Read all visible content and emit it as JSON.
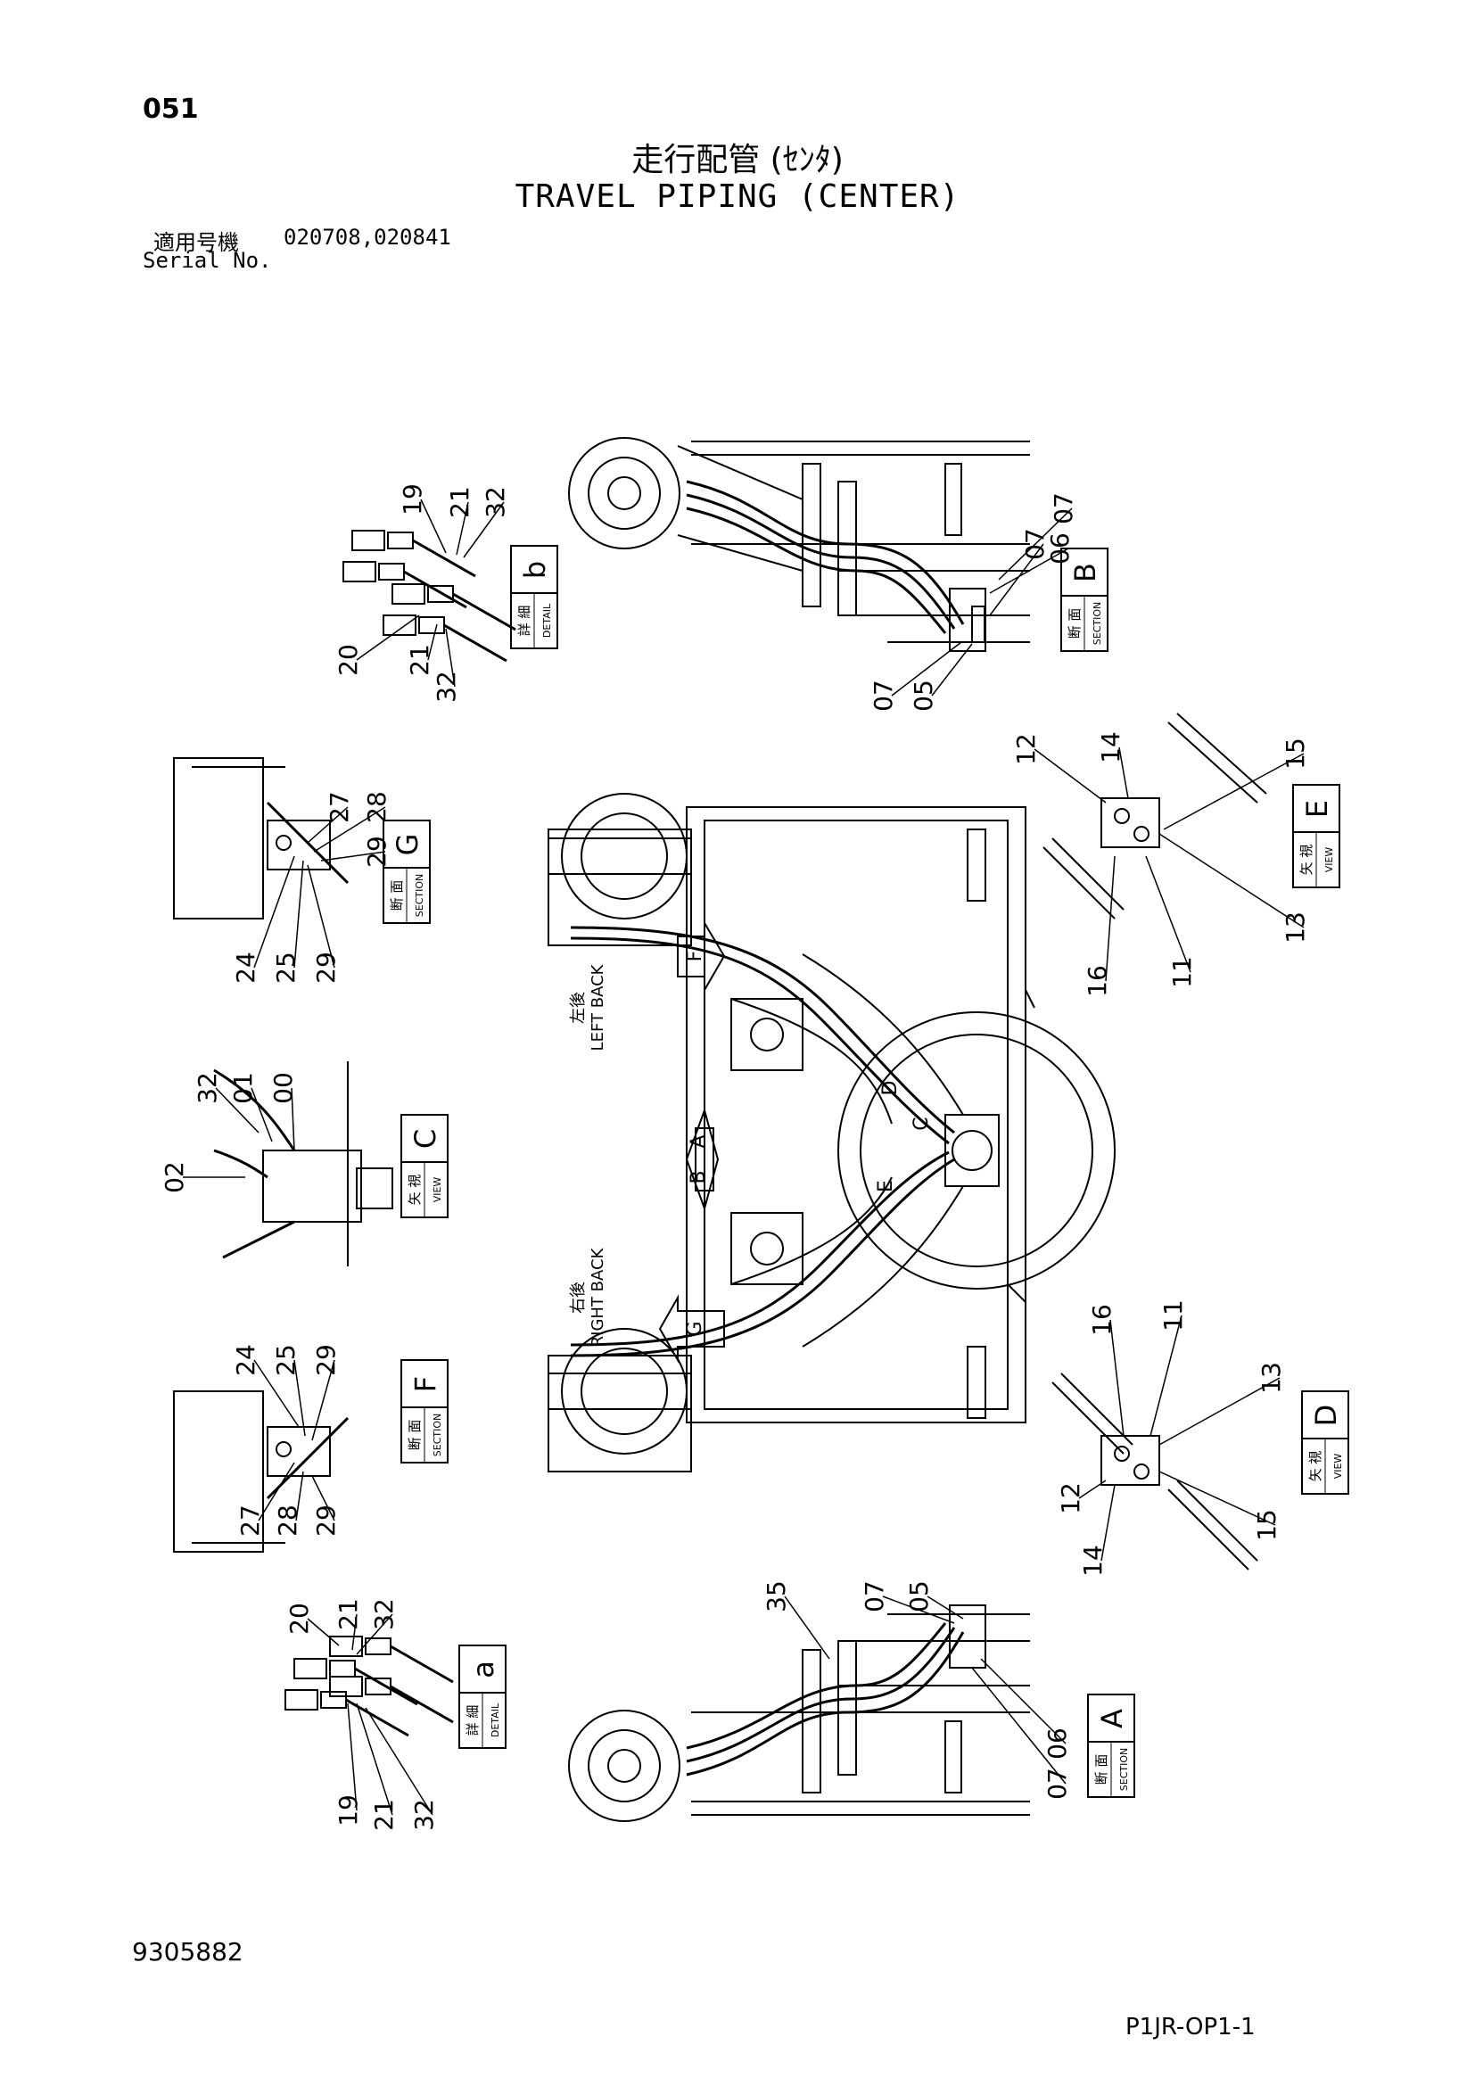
{
  "page": {
    "number": "051",
    "title_ja": "走行配管 (ｾﾝﾀ)",
    "title_en": "TRAVEL PIPING (CENTER)",
    "serial_label_ja": "適用号機",
    "serial_label_en": "Serial No.",
    "serial_values": "020708,020841",
    "doc_number": "9305882",
    "drawing_code": "P1JR-OP1-1"
  },
  "view_tags": [
    {
      "letter": "b",
      "kanji": "詳 細",
      "english": "DETAIL"
    },
    {
      "letter": "B",
      "kanji": "断 面",
      "english": "SECTION"
    },
    {
      "letter": "E",
      "kanji": "矢 視",
      "english": "VIEW"
    },
    {
      "letter": "G",
      "kanji": "断 面",
      "english": "SECTION"
    },
    {
      "letter": "C",
      "kanji": "矢 視",
      "english": "VIEW"
    },
    {
      "letter": "F",
      "kanji": "断 面",
      "english": "SECTION"
    },
    {
      "letter": "D",
      "kanji": "矢 視",
      "english": "VIEW"
    },
    {
      "letter": "a",
      "kanji": "詳 細",
      "english": "DETAIL"
    },
    {
      "letter": "A",
      "kanji": "断 面",
      "english": "SECTION"
    }
  ],
  "side_labels": [
    {
      "ja": "左後",
      "en": "LEFT BACK"
    },
    {
      "ja": "右後",
      "en": "RIGHT BACK"
    }
  ],
  "arrow_markers": [
    "F",
    "G",
    "A",
    "B",
    "C",
    "D",
    "E"
  ],
  "part_callouts": [
    "19",
    "21",
    "32",
    "20",
    "21",
    "32",
    "07",
    "06",
    "07",
    "05",
    "07",
    "12",
    "14",
    "15",
    "13",
    "11",
    "16",
    "27",
    "28",
    "29",
    "24",
    "25",
    "29",
    "32",
    "01",
    "00",
    "02",
    "24",
    "25",
    "29",
    "27",
    "28",
    "29",
    "16",
    "11",
    "13",
    "12",
    "14",
    "15",
    "35",
    "07",
    "05",
    "06",
    "07",
    "20",
    "21",
    "32",
    "19",
    "21",
    "32"
  ]
}
